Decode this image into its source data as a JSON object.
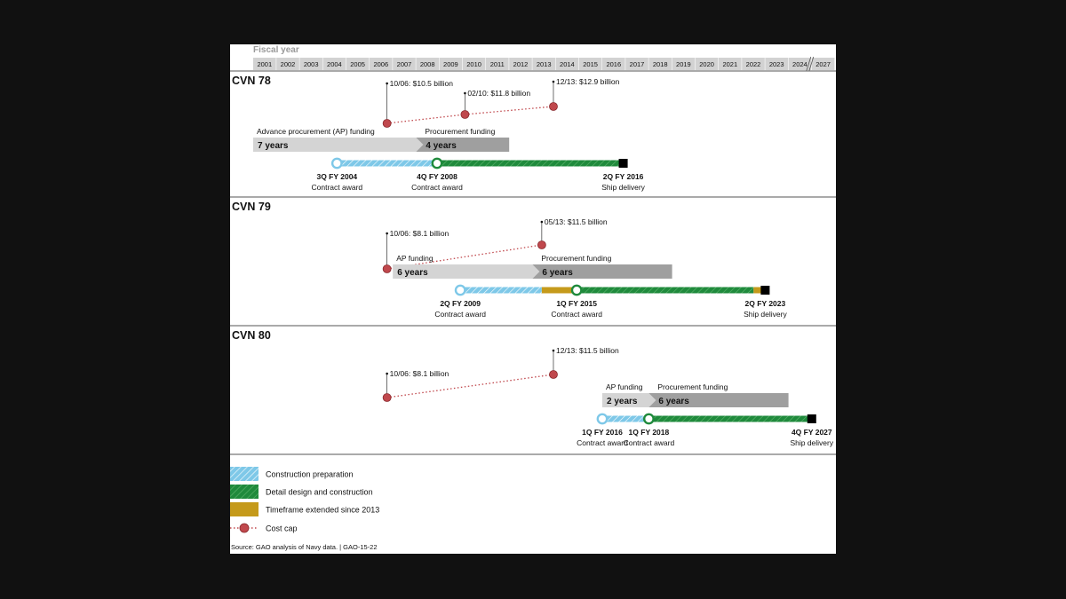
{
  "header": {
    "fiscal_year_label": "Fiscal year"
  },
  "years": [
    "2001",
    "2002",
    "2003",
    "2004",
    "2005",
    "2006",
    "2007",
    "2008",
    "2009",
    "2010",
    "2011",
    "2012",
    "2013",
    "2014",
    "2015",
    "2016",
    "2017",
    "2018",
    "2019",
    "2020",
    "2021",
    "2022",
    "2023",
    "2024",
    "2027"
  ],
  "colors": {
    "construction_prep": "#7ec8e8",
    "detail_design": "#1f8a3c",
    "extended": "#c59a1b",
    "cost_cap": "#c0484d",
    "ap_bar": "#d4d4d4",
    "proc_bar": "#9f9f9f"
  },
  "ships": [
    {
      "name": "CVN 78",
      "costs": [
        {
          "date": 2006.75,
          "label": "10/06: $10.5 billion"
        },
        {
          "date": 2010.1,
          "label": "02/10: $11.8 billion"
        },
        {
          "date": 2013.9,
          "label": "12/13: $12.9 billion"
        }
      ],
      "ap": {
        "start": 2001.0,
        "end": 2008.0,
        "label": "Advance procurement (AP) funding",
        "years": "7 years"
      },
      "proc": {
        "start": 2008.0,
        "end": 2012.0,
        "label": "Procurement funding",
        "years": "4 years"
      },
      "phases": [
        {
          "type": "construction_prep",
          "start": 2004.6,
          "end": 2008.9
        },
        {
          "type": "detail_design",
          "start": 2008.9,
          "end": 2016.9
        }
      ],
      "milestones": [
        {
          "date": 2004.6,
          "kind": "circle",
          "color": "construction_prep",
          "title": "3Q FY 2004",
          "desc": "Contract award"
        },
        {
          "date": 2008.9,
          "kind": "circle",
          "color": "detail_design",
          "title": "4Q FY 2008",
          "desc": "Contract award"
        },
        {
          "date": 2016.9,
          "kind": "square",
          "title": "2Q FY 2016",
          "desc": "Ship delivery"
        }
      ]
    },
    {
      "name": "CVN 79",
      "costs": [
        {
          "date": 2006.75,
          "label": "10/06: $8.1 billion"
        },
        {
          "date": 2013.4,
          "label": "05/13: $11.5 billion"
        }
      ],
      "ap": {
        "start": 2007.0,
        "end": 2013.0,
        "label": "AP funding",
        "years": "6 years"
      },
      "proc": {
        "start": 2013.0,
        "end": 2019.0,
        "label": "Procurement funding",
        "years": "6 years"
      },
      "phases": [
        {
          "type": "construction_prep",
          "start": 2009.9,
          "end": 2013.4
        },
        {
          "type": "extended",
          "start": 2013.4,
          "end": 2014.9
        },
        {
          "type": "detail_design",
          "start": 2014.9,
          "end": 2022.5
        },
        {
          "type": "extended",
          "start": 2022.5,
          "end": 2023.0
        }
      ],
      "milestones": [
        {
          "date": 2009.9,
          "kind": "circle",
          "color": "construction_prep",
          "title": "2Q FY 2009",
          "desc": "Contract award"
        },
        {
          "date": 2014.9,
          "kind": "circle",
          "color": "detail_design",
          "title": "1Q FY 2015",
          "desc": "Contract award"
        },
        {
          "date": 2023.0,
          "kind": "square",
          "title": "2Q FY 2023",
          "desc": "Ship delivery"
        }
      ]
    },
    {
      "name": "CVN 80",
      "costs": [
        {
          "date": 2006.75,
          "label": "10/06: $8.1 billion"
        },
        {
          "date": 2013.9,
          "label": "12/13: $11.5 billion"
        }
      ],
      "ap": {
        "start": 2016.0,
        "end": 2018.0,
        "label": "AP funding",
        "years": "2 years"
      },
      "proc": {
        "start": 2018.0,
        "end": 2024.0,
        "label": "Procurement funding",
        "years": "6 years"
      },
      "phases": [
        {
          "type": "construction_prep",
          "start": 2016.0,
          "end": 2018.0
        },
        {
          "type": "detail_design",
          "start": 2018.0,
          "end": 2027.0
        }
      ],
      "milestones": [
        {
          "date": 2016.0,
          "kind": "circle",
          "color": "construction_prep",
          "title": "1Q FY 2016",
          "desc": "Contract award"
        },
        {
          "date": 2018.0,
          "kind": "circle",
          "color": "detail_design",
          "title": "1Q FY 2018",
          "desc": "Contract award"
        },
        {
          "date": 2027.0,
          "kind": "square",
          "title": "4Q FY 2027",
          "desc": "Ship delivery"
        }
      ]
    }
  ],
  "legend": [
    {
      "type": "construction_prep",
      "label": "Construction preparation"
    },
    {
      "type": "detail_design",
      "label": "Detail design and construction"
    },
    {
      "type": "extended",
      "label": "Timeframe extended since 2013"
    },
    {
      "type": "cost_cap",
      "label": "Cost cap"
    }
  ],
  "source": "Source: GAO analysis of Navy data.  |  GAO-15-22"
}
